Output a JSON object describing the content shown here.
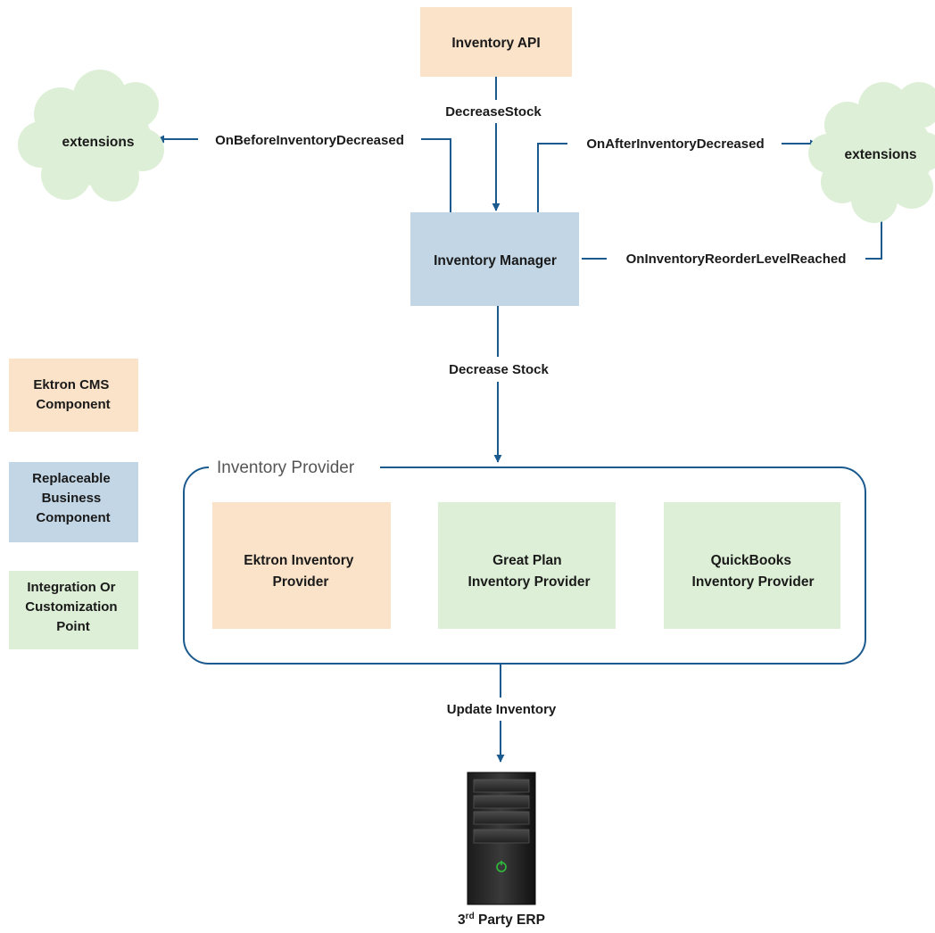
{
  "colors": {
    "ektron_component": "#fbe3c9",
    "replaceable_component": "#c2d6e5",
    "integration_point": "#ddefd6",
    "connector": "#1b5a8f",
    "provider_border": "#1b5a8f"
  },
  "nodes": {
    "inventory_api": "Inventory API",
    "inventory_manager": "Inventory Manager",
    "extensions_left": "extensions",
    "extensions_right": "extensions",
    "provider_group_title": "Inventory Provider",
    "ektron_provider": [
      "Ektron Inventory",
      "Provider"
    ],
    "great_plan_provider": [
      "Great Plan",
      "Inventory Provider"
    ],
    "quickbooks_provider": [
      "QuickBooks",
      "Inventory Provider"
    ],
    "erp_prefix": "3",
    "erp_superscript": "rd",
    "erp_suffix": " Party ERP",
    "erp_icon": "server-icon"
  },
  "edges": {
    "decrease_stock_api": "DecreaseStock",
    "on_before": "OnBeforeInventoryDecreased",
    "on_after": "OnAfterInventoryDecreased",
    "on_reorder": "OnInventoryReorderLevelReached",
    "decrease_stock_provider": "Decrease Stock",
    "update_inventory": "Update Inventory"
  },
  "legend": {
    "ektron": [
      "Ektron CMS",
      "Component"
    ],
    "replaceable": [
      "Replaceable",
      "Business",
      "Component"
    ],
    "integration": [
      "Integration Or",
      "Customization",
      "Point"
    ]
  }
}
